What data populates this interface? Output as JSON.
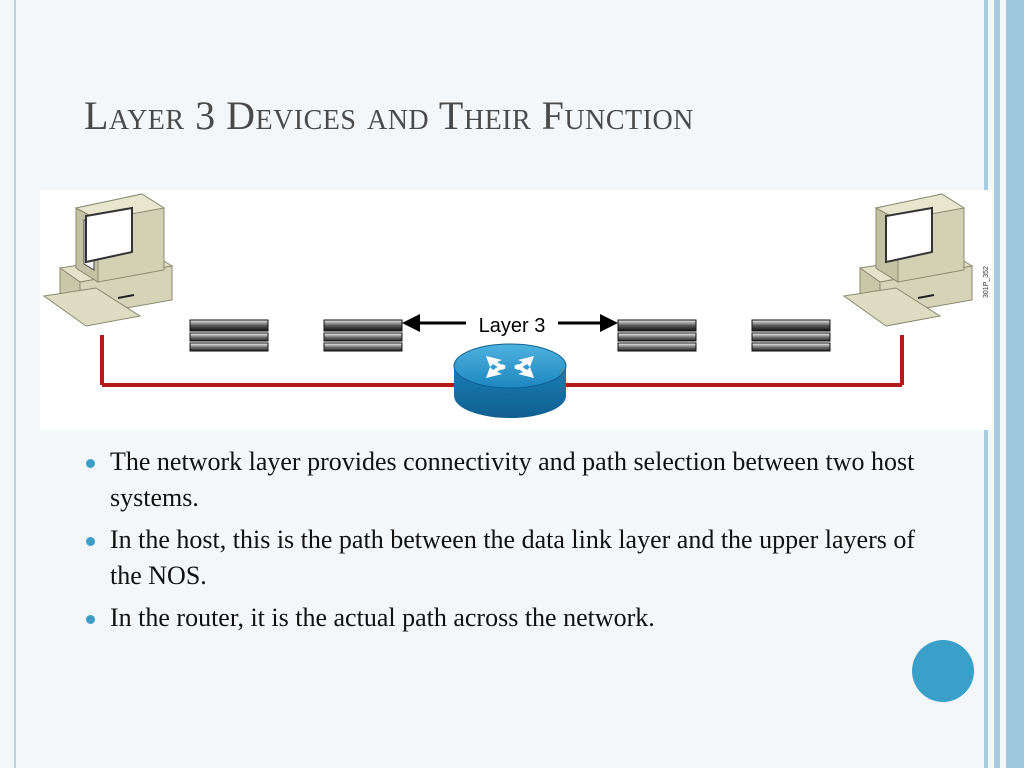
{
  "slide": {
    "title": "Layer 3 Devices and Their Function",
    "accent_color": "#3a9fc9",
    "link_color": "#b31b1b"
  },
  "diagram": {
    "center_label": "Layer 3",
    "image_code": "301P_352",
    "left_host_icon": "computer-icon",
    "right_host_icon": "computer-icon",
    "router_icon": "router-icon",
    "switch_icon": "switch-icon"
  },
  "bullets": [
    "The network layer provides connectivity and path selection between two host systems.",
    "In the host, this is the path between the data link layer and the upper layers of the NOS.",
    "In the router, it is the actual path across the network."
  ]
}
